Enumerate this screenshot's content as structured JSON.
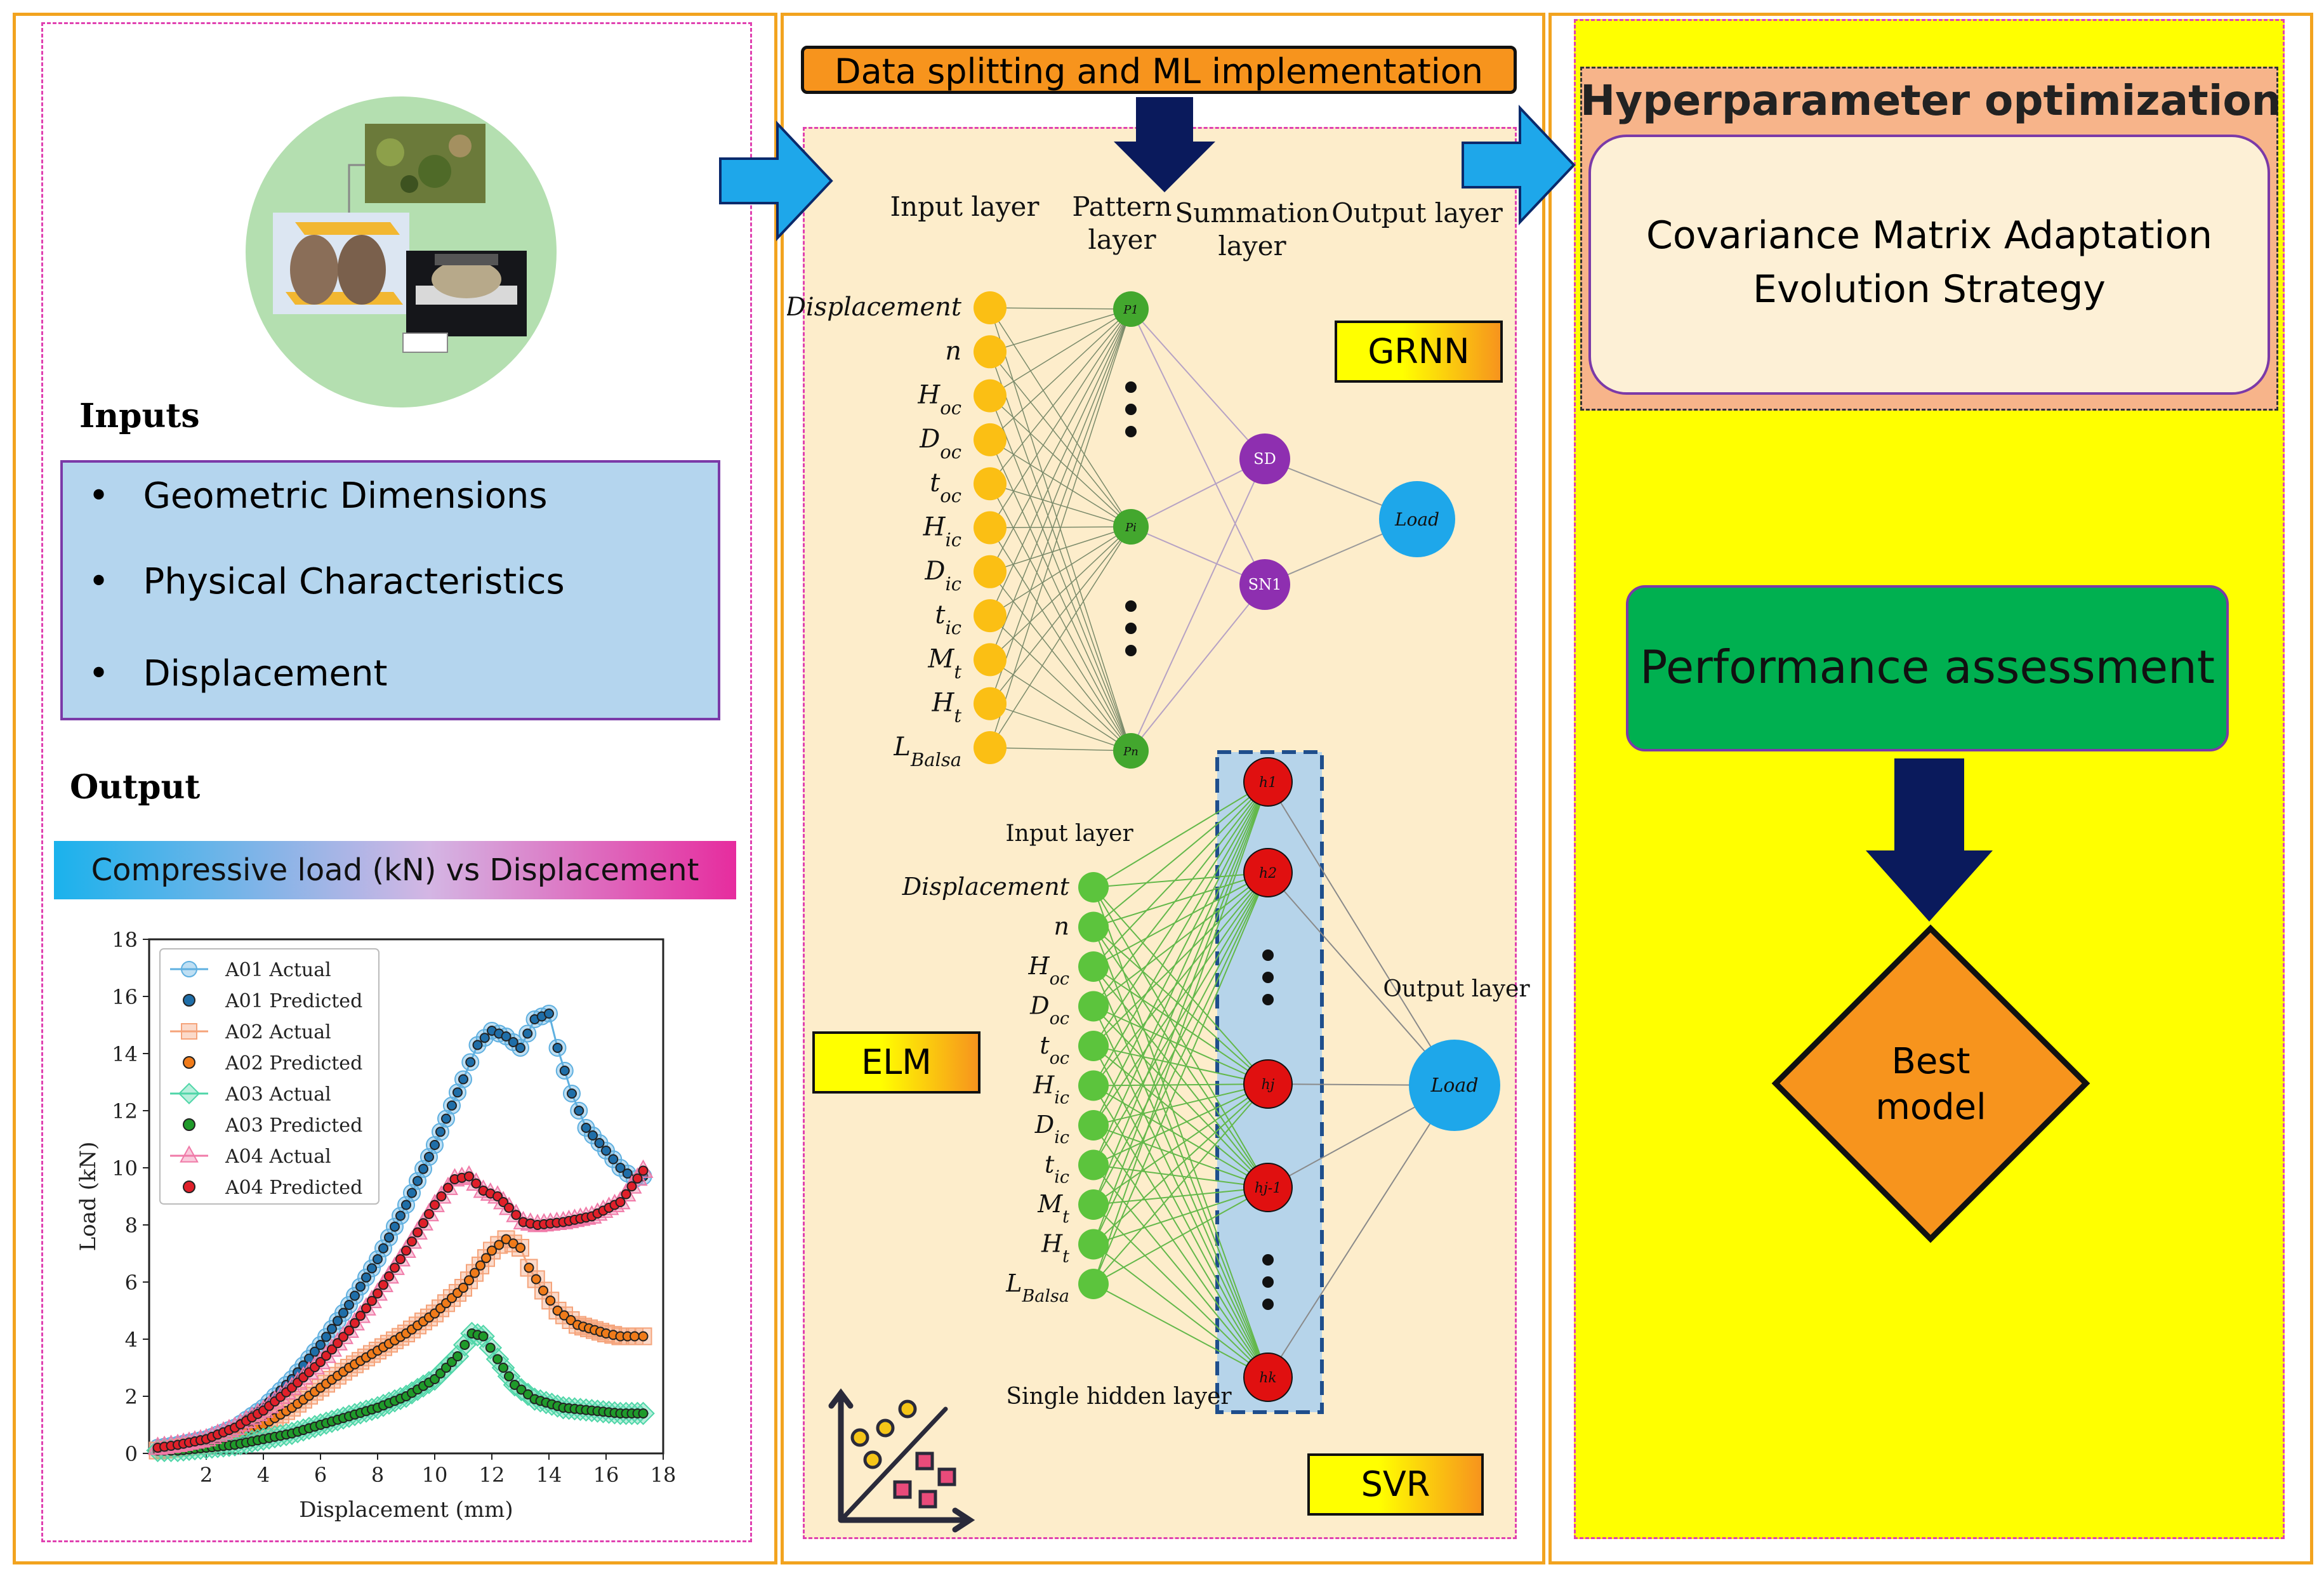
{
  "left": {
    "inputs_title": "Inputs",
    "inputs": [
      "Geometric Dimensions",
      "Physical Characteristics",
      "Displacement"
    ],
    "output_title": "Output",
    "output_banner": "Compressive load (kN) vs Displacement"
  },
  "middle": {
    "title": "Data splitting and ML implementation",
    "grnn": {
      "label": "GRNN",
      "input_layer": "Input layer",
      "pattern_layer": [
        "Pattern",
        "layer"
      ],
      "summation_layer": [
        "Summation",
        "layer"
      ],
      "output_layer": "Output layer",
      "inputs": [
        {
          "base": "Displacement",
          "sub": ""
        },
        {
          "base": "n",
          "sub": ""
        },
        {
          "base": "H",
          "sub": "oc"
        },
        {
          "base": "D",
          "sub": "oc"
        },
        {
          "base": "t",
          "sub": "oc"
        },
        {
          "base": "H",
          "sub": "ic"
        },
        {
          "base": "D",
          "sub": "ic"
        },
        {
          "base": "t",
          "sub": "ic"
        },
        {
          "base": "M",
          "sub": "t"
        },
        {
          "base": "H",
          "sub": "t"
        },
        {
          "base": "L",
          "sub": "Balsa"
        }
      ],
      "pattern_nodes": [
        "P1",
        "Pi",
        "Pn"
      ],
      "summation_nodes": [
        "SD",
        "SN1"
      ],
      "output_node": "Load"
    },
    "elm": {
      "label": "ELM",
      "input_layer": "Input layer",
      "hidden_layer": "Single hidden layer",
      "output_layer": "Output layer",
      "hidden_nodes": [
        "h1",
        "h2",
        "hj",
        "hj-1",
        "hk"
      ],
      "output_node": "Load"
    },
    "svr_label": "SVR"
  },
  "right": {
    "hpo_title": "Hyperparameter optimization",
    "hpo_method": [
      "Covariance Matrix Adaptation",
      "Evolution Strategy"
    ],
    "performance": "Performance assessment",
    "best_model": [
      "Best",
      "model"
    ]
  },
  "colors": {
    "panel_border": "#f2a31f",
    "grnn_input_node": "#fbbf14",
    "pattern_node": "#43a72e",
    "summation_node": "#8e2fb0",
    "output_node": "#1ea7ea",
    "elm_input_node": "#5cc43d",
    "hidden_node": "#e01010",
    "arrow_dark": "#0a1a5c",
    "arrow_light": "#1ea7ea",
    "right_bg": "#ffff00"
  },
  "chart_data": {
    "type": "scatter",
    "xlabel": "Displacement (mm)",
    "ylabel": "Load (kN)",
    "xlim": [
      0,
      18
    ],
    "ylim": [
      0,
      18
    ],
    "xticks": [
      2,
      4,
      6,
      8,
      10,
      12,
      14,
      16,
      18
    ],
    "yticks": [
      0,
      2,
      4,
      6,
      8,
      10,
      12,
      14,
      16,
      18
    ],
    "legend_position": "top-left",
    "series": [
      {
        "name": "A01 Actual",
        "role": "actual",
        "color": "#5fb0e0",
        "marker": "circle",
        "x": [
          0.3,
          1,
          2,
          3,
          4,
          5,
          6,
          7,
          8,
          9,
          10,
          11,
          11.5,
          12,
          12.5,
          13,
          13.5,
          14,
          14.3,
          14.8,
          15.3,
          16,
          16.5,
          17,
          17.3
        ],
        "y": [
          0.2,
          0.3,
          0.5,
          0.9,
          1.6,
          2.6,
          3.8,
          5.2,
          6.8,
          8.7,
          10.8,
          13.1,
          14.3,
          14.8,
          14.6,
          14.2,
          15.2,
          15.4,
          14.2,
          12.6,
          11.4,
          10.6,
          10.0,
          9.6,
          9.7
        ]
      },
      {
        "name": "A01 Predicted",
        "role": "predicted",
        "color": "#1f6ea8",
        "x": [
          0.3,
          1,
          2,
          3,
          4,
          5,
          6,
          7,
          8,
          9,
          10,
          11,
          11.5,
          12,
          12.5,
          13,
          13.5,
          14,
          14.3,
          14.8,
          15.3,
          16,
          16.5,
          17,
          17.3
        ],
        "y": [
          0.2,
          0.3,
          0.5,
          0.9,
          1.6,
          2.6,
          3.8,
          5.2,
          6.8,
          8.7,
          10.8,
          13.1,
          14.3,
          14.8,
          14.6,
          14.2,
          15.2,
          15.4,
          14.2,
          12.6,
          11.4,
          10.6,
          10.0,
          9.6,
          9.7
        ]
      },
      {
        "name": "A02 Actual",
        "role": "actual",
        "color": "#f5a37a",
        "marker": "square",
        "x": [
          0.3,
          1,
          2,
          3,
          4,
          5,
          6,
          7,
          8,
          9,
          10,
          11,
          12,
          12.5,
          13,
          13.3,
          13.8,
          14.3,
          15,
          16,
          16.5,
          17,
          17.3
        ],
        "y": [
          0.1,
          0.2,
          0.3,
          0.6,
          1.0,
          1.6,
          2.3,
          3.0,
          3.6,
          4.2,
          4.9,
          5.8,
          7.1,
          7.5,
          7.2,
          6.5,
          5.7,
          5.0,
          4.5,
          4.2,
          4.1,
          4.1,
          4.1
        ]
      },
      {
        "name": "A02 Predicted",
        "role": "predicted",
        "color": "#f07b1a",
        "x": [
          0.3,
          1,
          2,
          3,
          4,
          5,
          6,
          7,
          8,
          9,
          10,
          11,
          12,
          12.5,
          13,
          13.3,
          13.8,
          14.3,
          15,
          16,
          16.5,
          17,
          17.3
        ],
        "y": [
          0.1,
          0.2,
          0.3,
          0.6,
          1.0,
          1.6,
          2.3,
          3.0,
          3.6,
          4.2,
          4.9,
          5.8,
          7.1,
          7.5,
          7.2,
          6.5,
          5.7,
          5.0,
          4.5,
          4.2,
          4.1,
          4.1,
          4.1
        ]
      },
      {
        "name": "A03 Actual",
        "role": "actual",
        "color": "#4fd6a8",
        "marker": "diamond",
        "x": [
          0.3,
          1,
          2,
          3,
          4,
          5,
          6,
          7,
          8,
          9,
          10,
          10.8,
          11.3,
          11.7,
          12.2,
          12.8,
          13.5,
          14.5,
          15.5,
          16.5,
          17.3
        ],
        "y": [
          0.1,
          0.1,
          0.2,
          0.3,
          0.5,
          0.7,
          1.0,
          1.3,
          1.6,
          2.0,
          2.6,
          3.4,
          4.2,
          4.1,
          3.3,
          2.4,
          1.9,
          1.6,
          1.5,
          1.4,
          1.4
        ]
      },
      {
        "name": "A03 Predicted",
        "role": "predicted",
        "color": "#1f9a2a",
        "x": [
          0.3,
          1,
          2,
          3,
          4,
          5,
          6,
          7,
          8,
          9,
          10,
          10.8,
          11.3,
          11.7,
          12.2,
          12.8,
          13.5,
          14.5,
          15.5,
          16.5,
          17.3
        ],
        "y": [
          0.1,
          0.1,
          0.2,
          0.3,
          0.5,
          0.7,
          1.0,
          1.3,
          1.6,
          2.0,
          2.6,
          3.4,
          4.2,
          4.1,
          3.3,
          2.4,
          1.9,
          1.6,
          1.5,
          1.4,
          1.4
        ]
      },
      {
        "name": "A04 Actual",
        "role": "actual",
        "color": "#f07aa8",
        "marker": "triangle",
        "x": [
          0.3,
          1,
          2,
          3,
          4,
          5,
          6,
          7,
          8,
          9,
          10,
          10.7,
          11.2,
          11.7,
          12.2,
          12.6,
          13.1,
          13.6,
          14.5,
          15.5,
          16.5,
          17.3
        ],
        "y": [
          0.2,
          0.3,
          0.5,
          0.9,
          1.5,
          2.3,
          3.2,
          4.3,
          5.6,
          7.1,
          8.7,
          9.6,
          9.7,
          9.2,
          9.0,
          8.6,
          8.1,
          8.0,
          8.1,
          8.3,
          8.8,
          9.9
        ]
      },
      {
        "name": "A04 Predicted",
        "role": "predicted",
        "color": "#e0202a",
        "x": [
          0.3,
          1,
          2,
          3,
          4,
          5,
          6,
          7,
          8,
          9,
          10,
          10.7,
          11.2,
          11.7,
          12.2,
          12.6,
          13.1,
          13.6,
          14.5,
          15.5,
          16.5,
          17.3
        ],
        "y": [
          0.2,
          0.3,
          0.5,
          0.9,
          1.5,
          2.3,
          3.2,
          4.3,
          5.6,
          7.1,
          8.7,
          9.6,
          9.7,
          9.2,
          9.0,
          8.6,
          8.1,
          8.0,
          8.1,
          8.3,
          8.8,
          9.9
        ]
      }
    ]
  }
}
